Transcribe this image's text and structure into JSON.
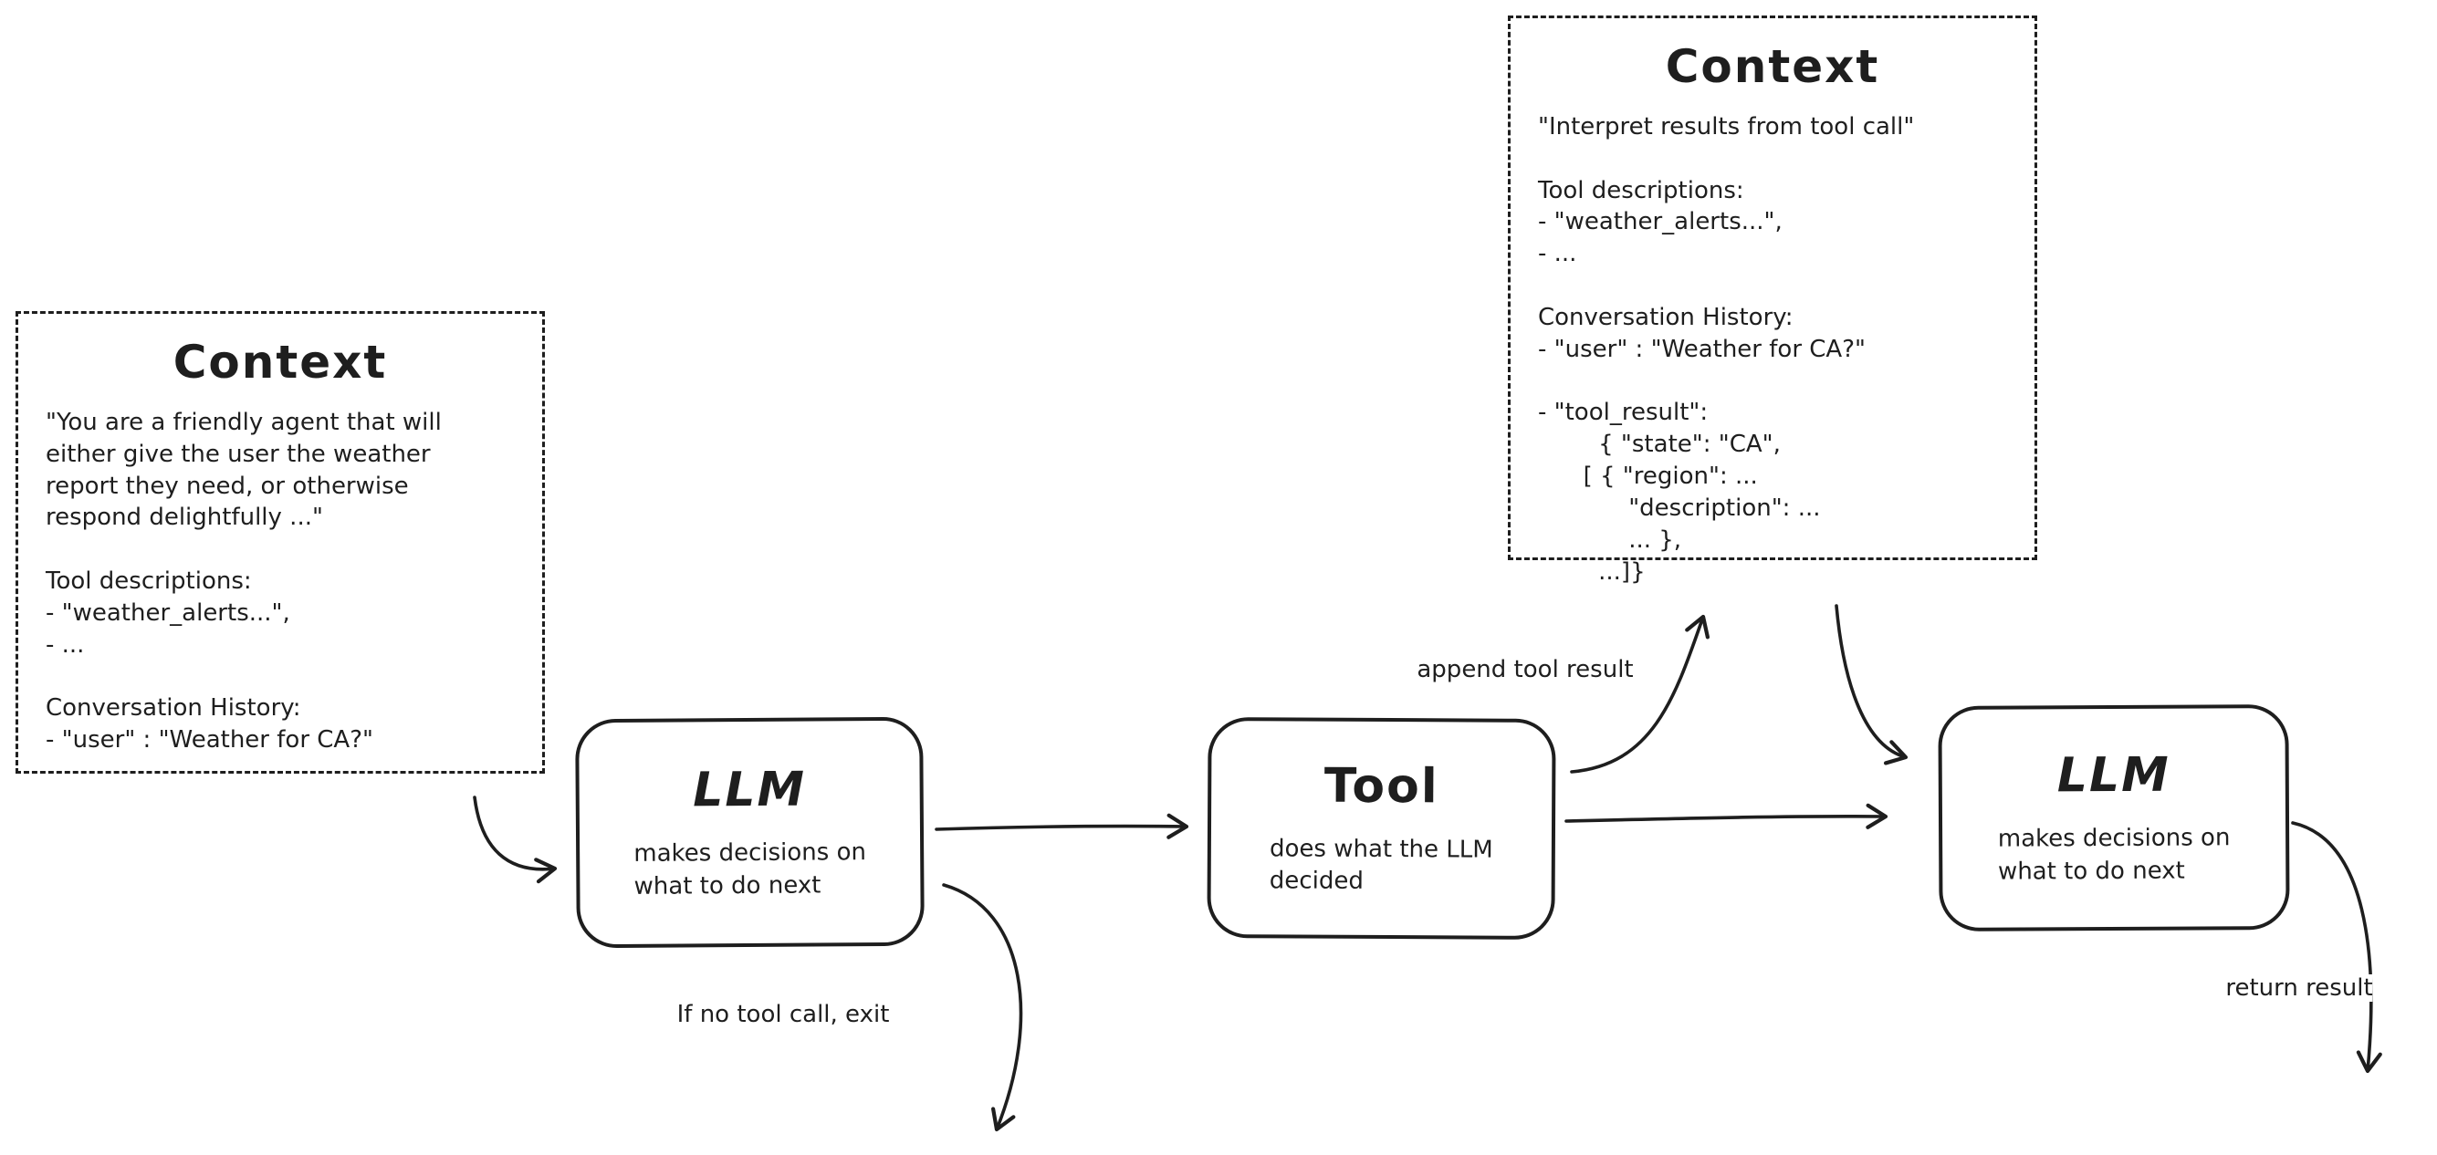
{
  "context_left": {
    "title": "Context",
    "body": "\"You are a friendly agent that will\neither give the user the weather\nreport they need, or otherwise\nrespond delightfully ...\"\n\nTool descriptions:\n- \"weather_alerts...\",\n- ...\n\nConversation History:\n- \"user\" : \"Weather for CA?\""
  },
  "context_right": {
    "title": "Context",
    "body": "\"Interpret results from tool call\"\n\nTool descriptions:\n- \"weather_alerts...\",\n- ...\n\nConversation History:\n- \"user\" : \"Weather for CA?\"\n\n- \"tool_result\":\n        { \"state\": \"CA\",\n      [ { \"region\": ...\n            \"description\": ...\n            ... },\n        ...]}"
  },
  "nodes": {
    "llm1": {
      "title": "LLM",
      "subtitle": "makes decisions on\nwhat to do next"
    },
    "tool": {
      "title": "Tool",
      "subtitle": "does what the LLM\ndecided"
    },
    "llm2": {
      "title": "LLM",
      "subtitle": "makes decisions on\nwhat to do next"
    }
  },
  "edge_labels": {
    "append_tool_result": "append tool result",
    "no_tool_call_exit": "If no tool call, exit",
    "return_result": "return result"
  },
  "colors": {
    "stroke": "#1e1e1e",
    "background": "#ffffff"
  }
}
